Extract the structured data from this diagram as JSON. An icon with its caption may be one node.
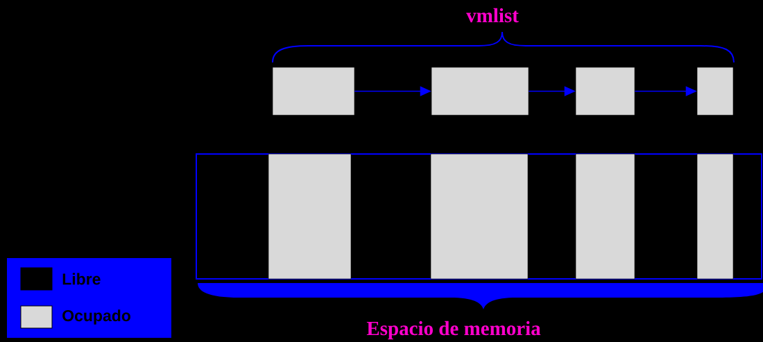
{
  "diagram": {
    "nodes": [
      {
        "text": [],
        "shape": "box"
      },
      {
        "text": [],
        "shape": "box"
      },
      {
        "text": [],
        "shape": "box"
      },
      {
        "text": [],
        "shape": "box"
      },
      {
        "text": [],
        "shape": "bar"
      },
      {
        "text": [],
        "shape": "box",
        "in": 4
      },
      {
        "text": [],
        "shape": "box",
        "in": 4
      },
      {
        "text": [],
        "shape": "box",
        "in": 4
      },
      {
        "text": [],
        "shape": "box",
        "in": 4
      }
    ],
    "edges": [
      {
        "from": 0,
        "to": 1,
        "arrow": "to"
      },
      {
        "from": 1,
        "to": 2,
        "arrow": "to"
      },
      {
        "from": 2,
        "to": 3,
        "arrow": "to"
      }
    ],
    "labels": [
      "vmlist",
      "Espacio de memoria"
    ],
    "legend": [
      {
        "text": "Libre",
        "color": "#000000"
      },
      {
        "text": "Ocupado",
        "color": "#d9d9d9"
      }
    ]
  }
}
